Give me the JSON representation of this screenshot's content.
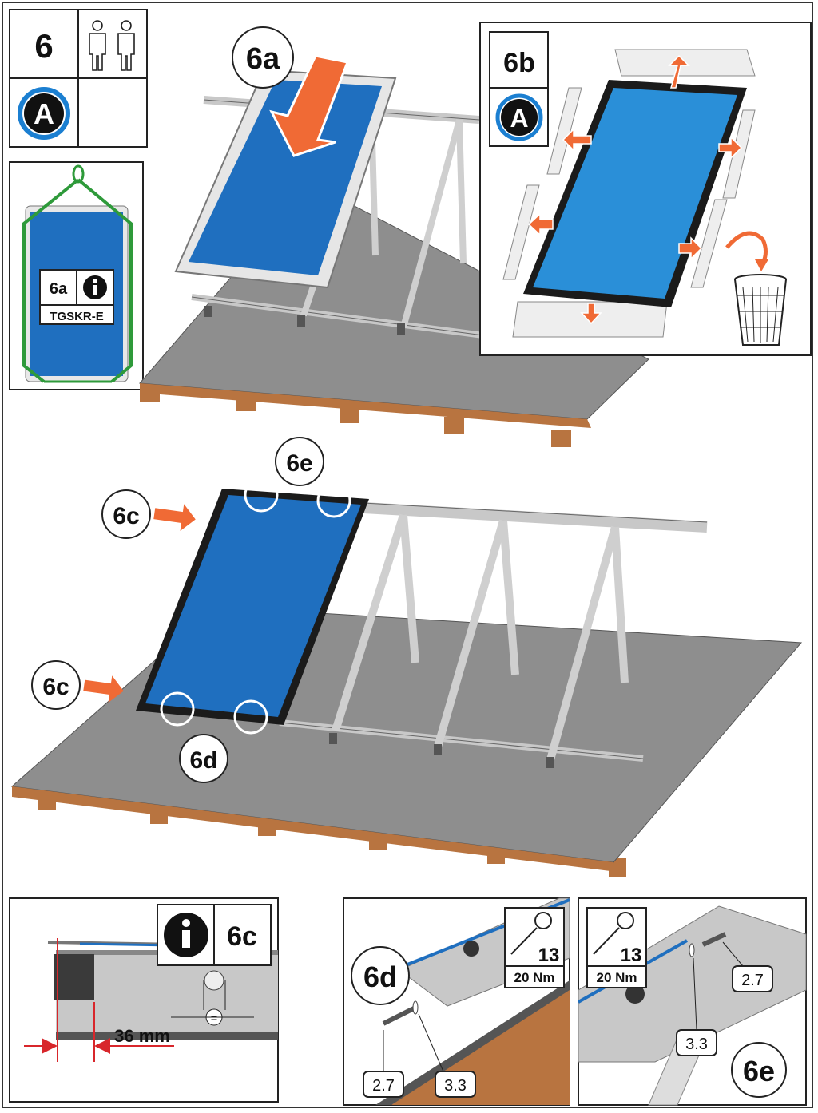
{
  "step": {
    "number": "6",
    "badge_letter": "A"
  },
  "callouts": {
    "c6a": "6a",
    "c6b": "6b",
    "c6c_top": "6c",
    "c6c_bottom": "6c",
    "c6d": "6d",
    "c6e": "6e"
  },
  "lift_box": {
    "ref": "6a",
    "model": "TGSKR-E"
  },
  "box6b": {
    "title": "6b",
    "badge_letter": "A"
  },
  "info6c": {
    "ref": "6c",
    "dimension": "36 mm"
  },
  "detail6d": {
    "title": "6d",
    "wrench_size": "13",
    "torque": "20 Nm",
    "part_bolt": "2.7",
    "part_washer": "3.3"
  },
  "detail6e": {
    "title": "6e",
    "wrench_size": "13",
    "torque": "20 Nm",
    "part_bolt": "2.7",
    "part_washer": "3.3"
  },
  "colors": {
    "panel_blue": "#1f6fbf",
    "arrow_orange": "#f06a35",
    "deck_grey": "#8e8e8e",
    "wood": "#b87440",
    "strap_green": "#2e9a3a",
    "dim_red": "#d8262b"
  }
}
